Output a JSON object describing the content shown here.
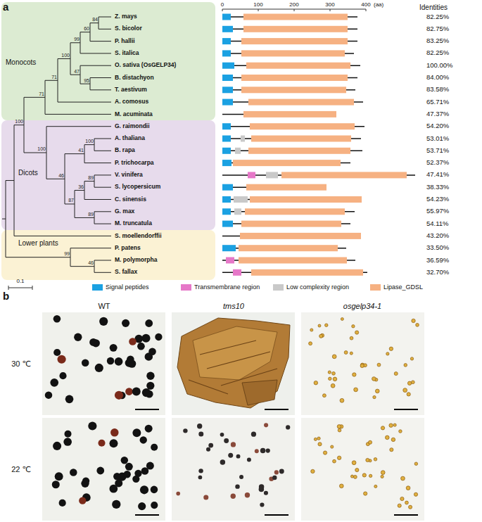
{
  "diagram": {
    "nodes": [
      {
        "text": [
          "Monocots"
        ]
      },
      {
        "text": [
          "Dicots"
        ]
      },
      {
        "text": [
          "Lower plants"
        ]
      }
    ],
    "labels": [
      "a",
      "0",
      "100",
      "200",
      "300",
      "400",
      "(aa)",
      "Identities",
      "Z. mays",
      "S. bicolor",
      "P. hallii",
      "S. italica",
      "O. sativa (OsGELP34)",
      "B. distachyon",
      "T. aestivum",
      "A. comosus",
      "M. acuminata",
      "G. raimondii",
      "A. thaliana",
      "B. rapa",
      "P. trichocarpa",
      "V. vinifera",
      "S. lycopersicum",
      "C. sinensis",
      "G. max",
      "M. truncatula",
      "S. moellendorffii",
      "P. patens",
      "M. polymorpha",
      "S. fallax",
      "84",
      "60",
      "99",
      "100",
      "47",
      "95",
      "71",
      "71",
      "100",
      "100",
      "100",
      "41",
      "89",
      "36",
      "87",
      "89",
      "46",
      "99",
      "46",
      "82.25%",
      "82.75%",
      "83.25%",
      "82.25%",
      "100.00%",
      "84.00%",
      "83.58%",
      "65.71%",
      "47.37%",
      "54.20%",
      "53.01%",
      "53.71%",
      "52.37%",
      "47.41%",
      "38.33%",
      "54.23%",
      "55.97%",
      "54.11%",
      "43.20%",
      "33.50%",
      "36.59%",
      "32.70%",
      "0.1",
      "b",
      "WT",
      "tms10",
      "osgelp34-1",
      "30 ℃",
      "22 ℃"
    ],
    "legend": [
      {
        "text": "Signal peptides",
        "color": "#1ba1e2"
      },
      {
        "text": "Transmembrane region",
        "color": "#e678c8"
      },
      {
        "text": "Low complexity region",
        "color": "#c9c9c9"
      },
      {
        "text": "Lipase_GDSL",
        "color": "#f6b182"
      }
    ]
  }
}
